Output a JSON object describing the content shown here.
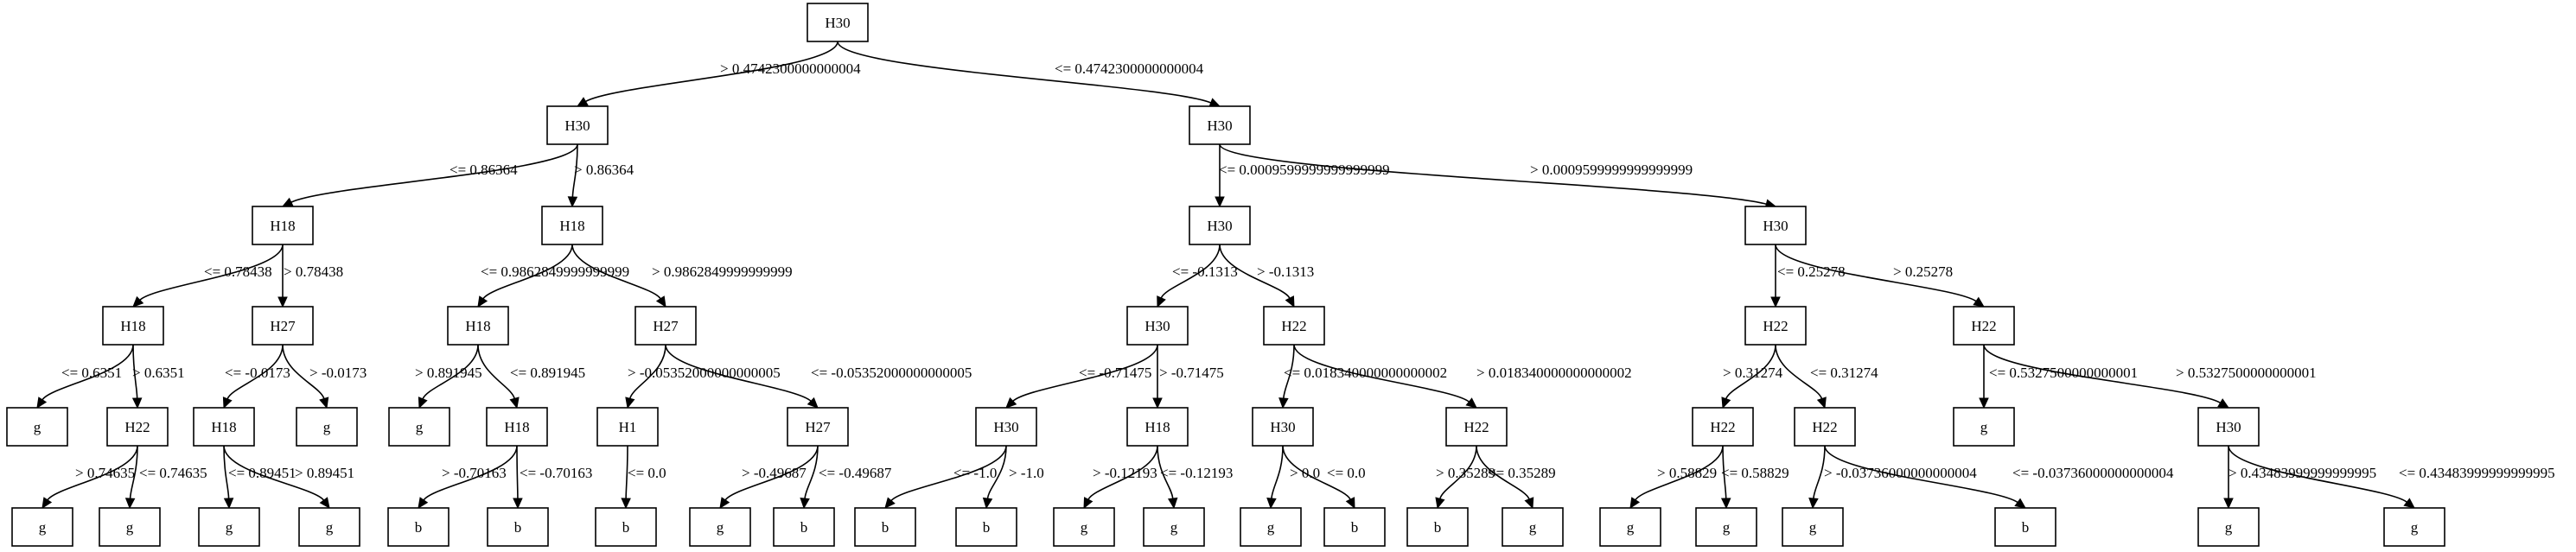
{
  "nodes": {
    "n0": "H30",
    "n1": "H30",
    "n2": "H30",
    "n3": "H18",
    "n4": "H18",
    "n5": "H30",
    "n6": "H30",
    "n7": "H18",
    "n8": "H27",
    "n9": "H18",
    "n10": "H27",
    "n11": "H30",
    "n12": "H22",
    "n13": "H22",
    "n14": "H22",
    "n15": "g",
    "n16": "H22",
    "n17": "H18",
    "n18": "g",
    "n19": "g",
    "n20": "H18",
    "n21": "H1",
    "n22": "H27",
    "n23": "H30",
    "n24": "H18",
    "n25": "H30",
    "n26": "H22",
    "n27": "H22",
    "n28": "H22",
    "n29": "g",
    "n30": "H30",
    "n31": "g",
    "n32": "g",
    "n33": "g",
    "n34": "g",
    "n35": "b",
    "n36": "b",
    "n37": "b",
    "n38": "g",
    "n39": "b",
    "n40": "b",
    "n41": "b",
    "n42": "g",
    "n43": "g",
    "n44": "g",
    "n45": "b",
    "n46": "b",
    "n47": "g",
    "n48": "g",
    "n49": "g",
    "n50": "g",
    "n51": "b",
    "n52": "g",
    "n53": "g"
  },
  "edges": {
    "e0": "> 0.4742300000000004",
    "e1": "<= 0.4742300000000004",
    "e2": "<= 0.86364",
    "e3": "> 0.86364",
    "e4": "<= 0.0009599999999999999",
    "e5": "> 0.0009599999999999999",
    "e6": "<= 0.78438",
    "e7": "> 0.78438",
    "e8": "<= 0.9862849999999999",
    "e9": "> 0.9862849999999999",
    "e10": "<= -0.1313",
    "e11": "> -0.1313",
    "e12": "<= 0.25278",
    "e13": "> 0.25278",
    "e14": "<= 0.6351",
    "e15": "> 0.6351",
    "e16": "<= -0.0173",
    "e17": "> -0.0173",
    "e18": "> 0.891945",
    "e19": "<= 0.891945",
    "e20": "> -0.05352000000000005",
    "e21": "<= -0.05352000000000005",
    "e22": "<= -0.71475",
    "e23": "> -0.71475",
    "e24": "<= 0.018340000000000002",
    "e25": "> 0.018340000000000002",
    "e26": "> 0.31274",
    "e27": "<= 0.31274",
    "e28": "<= 0.5327500000000001",
    "e29": "> 0.5327500000000001",
    "e30": "> 0.74635",
    "e31": "<= 0.74635",
    "e32": "<= 0.89451",
    "e33": "> 0.89451",
    "e34": "> -0.70163",
    "e35": "<= -0.70163",
    "e36": "<= 0.0",
    "e37": "> -0.49687",
    "e38": "<= -0.49687",
    "e39": "<= -1.0",
    "e40": "> -1.0",
    "e41": "> -0.12193",
    "e42": "<= -0.12193",
    "e43": "> 0.0",
    "e44": "<= 0.0",
    "e45": "> 0.35289",
    "e46": "<= 0.35289",
    "e47": "> 0.58829",
    "e48": "<= 0.58829",
    "e49": "> -0.03736000000000004",
    "e50": "<= -0.03736000000000004",
    "e51": "> 0.43483999999999995",
    "e52": "<= 0.43483999999999995"
  }
}
